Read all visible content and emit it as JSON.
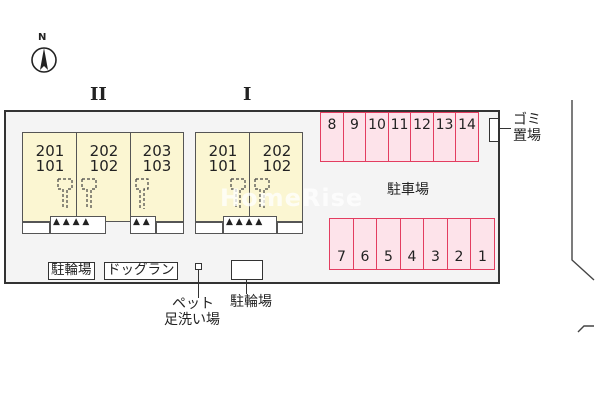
{
  "compass": {
    "label": "N"
  },
  "buildings": {
    "bldg2": {
      "label": "II",
      "units": [
        [
          "201",
          "101"
        ],
        [
          "202",
          "102"
        ],
        [
          "203",
          "103"
        ]
      ]
    },
    "bldg1": {
      "label": "I",
      "units": [
        [
          "201",
          "101"
        ],
        [
          "202",
          "102"
        ]
      ]
    }
  },
  "parking": {
    "top_row": [
      "8",
      "9",
      "10",
      "11",
      "12",
      "13",
      "14"
    ],
    "bottom_row": [
      "7",
      "6",
      "5",
      "4",
      "3",
      "2",
      "1"
    ],
    "label": "駐車場"
  },
  "garbage": {
    "label_line1": "ゴミ",
    "label_line2": "置場"
  },
  "bike_parking_left": "駐輪場",
  "dog_run": "ドッグラン",
  "pet_footwash": {
    "line1": "ペット",
    "line2": "足洗い場"
  },
  "bike_parking_bottom": "駐輪場",
  "watermark": "HomeRise",
  "colors": {
    "building_fill": "#fbf6d2",
    "parking_fill": "#fde3ea",
    "parking_stroke": "#e33d60"
  }
}
